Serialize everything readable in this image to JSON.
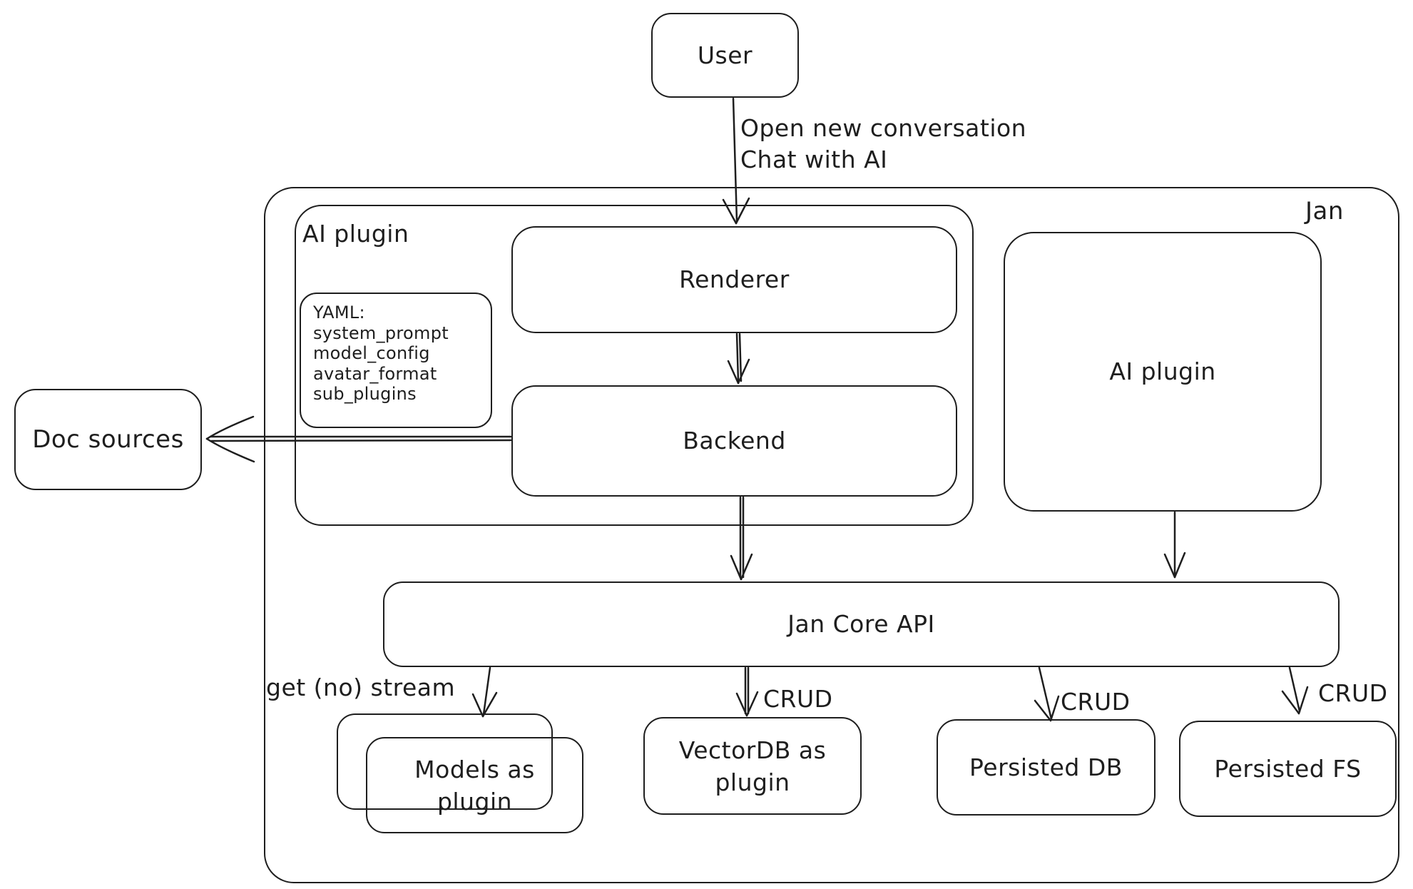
{
  "diagram": {
    "background": "#ffffff",
    "stroke_color": "#1e1e1e",
    "nodes": {
      "user": {
        "label": "User"
      },
      "jan_container": {
        "label": "Jan"
      },
      "ai_plugin_left": {
        "label": "AI plugin"
      },
      "renderer": {
        "label": "Renderer"
      },
      "backend": {
        "label": "Backend"
      },
      "yaml_note": {
        "lines": [
          "YAML:",
          "system_prompt",
          "model_config",
          "avatar_format",
          "sub_plugins"
        ]
      },
      "ai_plugin_right": {
        "label": "AI plugin"
      },
      "doc_sources": {
        "label": "Doc sources"
      },
      "jan_core_api": {
        "label": "Jan Core API"
      },
      "models_plugin": {
        "lines": [
          "Models as",
          "plugin"
        ]
      },
      "vectordb_plugin": {
        "lines": [
          "VectorDB as",
          "plugin"
        ]
      },
      "persisted_db": {
        "label": "Persisted DB"
      },
      "persisted_fs": {
        "label": "Persisted FS"
      }
    },
    "edge_labels": {
      "user_to_jan": {
        "lines": [
          "Open new conversation",
          "Chat with AI"
        ]
      },
      "core_to_models": "get (no) stream",
      "core_to_vectordb": "CRUD",
      "core_to_persisted_db": "CRUD",
      "core_to_persisted_fs": "CRUD"
    }
  }
}
